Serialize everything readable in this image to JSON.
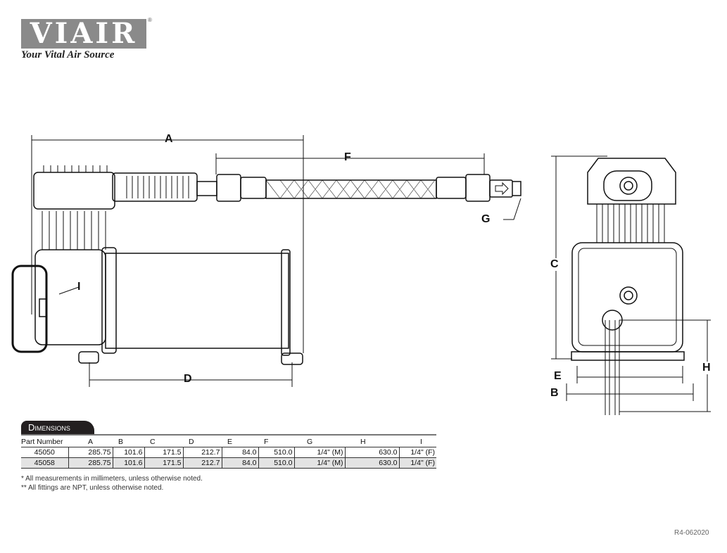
{
  "logo": {
    "brand": "VIAIR",
    "registered": "®",
    "tagline": "Your Vital Air Source"
  },
  "diagram": {
    "labels": {
      "A": "A",
      "B": "B",
      "C": "C",
      "D": "D",
      "E": "E",
      "F": "F",
      "G": "G",
      "H": "H",
      "I": "I"
    }
  },
  "dimensions": {
    "title": "Dimensions",
    "headers": [
      "Part Number",
      "A",
      "B",
      "C",
      "D",
      "E",
      "F",
      "G",
      "H",
      "I"
    ],
    "rows": [
      [
        "45050",
        "285.75",
        "101.6",
        "171.5",
        "212.7",
        "84.0",
        "510.0",
        "1/4\" (M)",
        "630.0",
        "1/4\" (F)"
      ],
      [
        "45058",
        "285.75",
        "101.6",
        "171.5",
        "212.7",
        "84.0",
        "510.0",
        "1/4\" (M)",
        "630.0",
        "1/4\" (F)"
      ]
    ],
    "notes": [
      "* All measurements in millimeters, unless otherwise noted.",
      "** All fittings are NPT, unless otherwise noted."
    ]
  },
  "revision": "R4-062020"
}
